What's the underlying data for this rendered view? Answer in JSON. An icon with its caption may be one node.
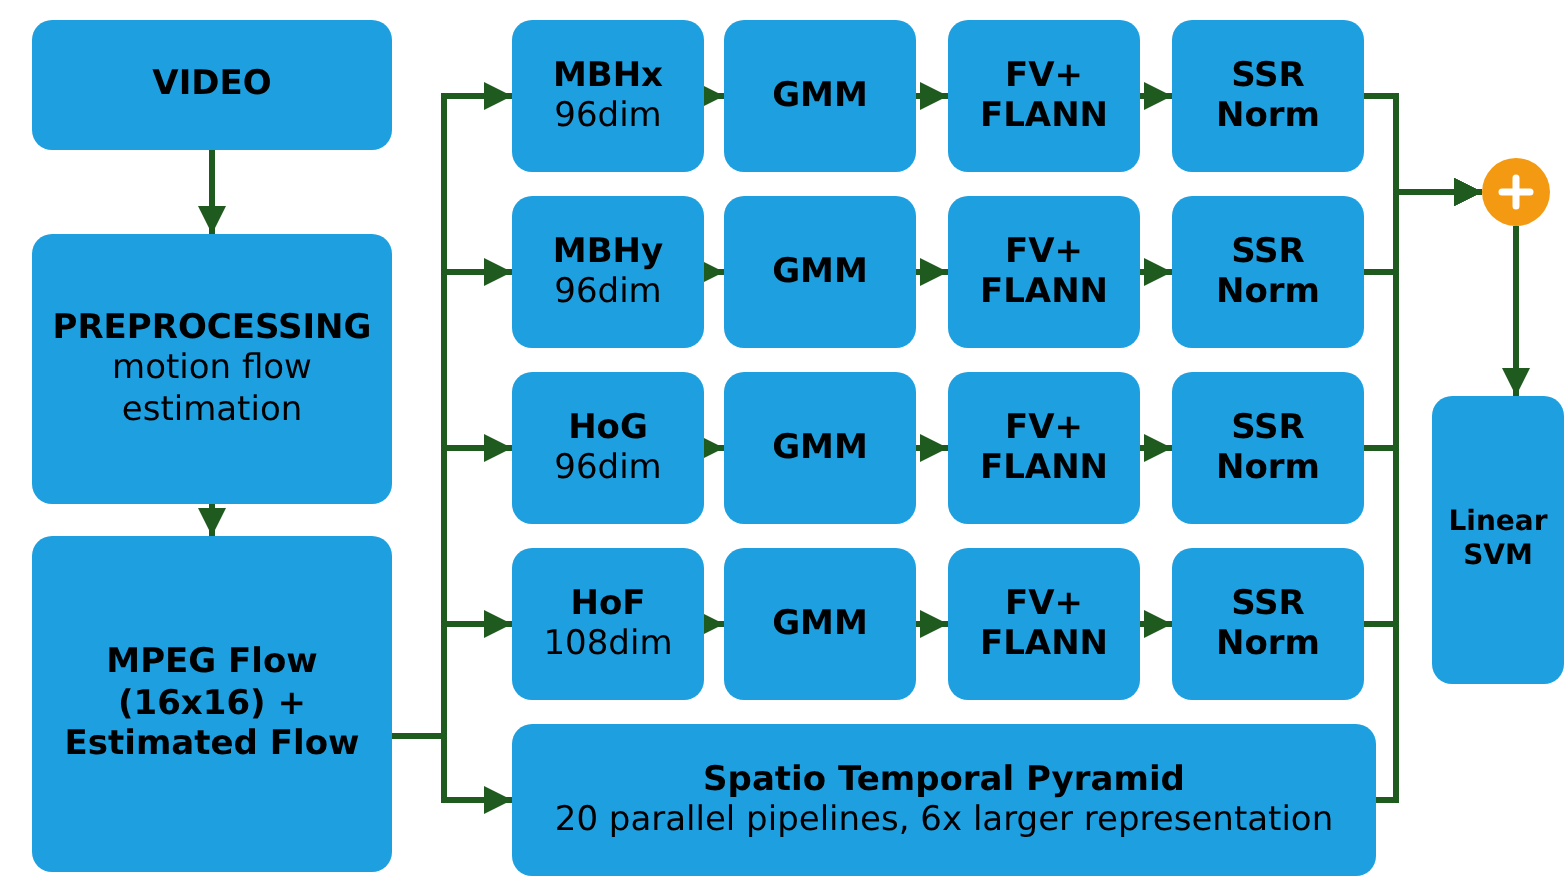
{
  "diagram": {
    "nodes": [
      {
        "text": [
          "VIDEO"
        ]
      },
      {
        "text": [
          "PREPROCESSING",
          "motion flow estimation"
        ]
      },
      {
        "text": [
          "MPEG Flow (16x16) + Estimated Flow"
        ]
      },
      {
        "text": [
          "MBHx",
          "96dim"
        ]
      },
      {
        "text": [
          "GMM"
        ]
      },
      {
        "text": [
          "FV+ FLANN"
        ]
      },
      {
        "text": [
          "SSR Norm"
        ]
      },
      {
        "text": [
          "MBHy",
          "96dim"
        ]
      },
      {
        "text": [
          "GMM"
        ]
      },
      {
        "text": [
          "FV+ FLANN"
        ]
      },
      {
        "text": [
          "SSR Norm"
        ]
      },
      {
        "text": [
          "HoG",
          "96dim"
        ]
      },
      {
        "text": [
          "GMM"
        ]
      },
      {
        "text": [
          "FV+ FLANN"
        ]
      },
      {
        "text": [
          "SSR Norm"
        ]
      },
      {
        "text": [
          "HoF",
          "108dim"
        ]
      },
      {
        "text": [
          "GMM"
        ]
      },
      {
        "text": [
          "FV+ FLANN"
        ]
      },
      {
        "text": [
          "SSR Norm"
        ]
      },
      {
        "text": [
          "Spatio Temporal Pyramid",
          "20 parallel pipelines, 6x larger representation"
        ]
      },
      {
        "text": [],
        "shape": "circle"
      },
      {
        "text": [
          "Linear SVM"
        ]
      }
    ],
    "edges": [
      {
        "from": 0,
        "to": 1,
        "arrow": "to"
      },
      {
        "from": 1,
        "to": 2,
        "arrow": "to"
      },
      {
        "from": 2,
        "to": 3,
        "arrow": "to"
      },
      {
        "from": 2,
        "to": 7,
        "arrow": "to"
      },
      {
        "from": 2,
        "to": 11,
        "arrow": "to"
      },
      {
        "from": 2,
        "to": 15,
        "arrow": "to"
      },
      {
        "from": 2,
        "to": 19,
        "arrow": "to"
      },
      {
        "from": 3,
        "to": 4,
        "arrow": "to"
      },
      {
        "from": 4,
        "to": 5,
        "arrow": "to"
      },
      {
        "from": 5,
        "to": 6,
        "arrow": "to"
      },
      {
        "from": 7,
        "to": 8,
        "arrow": "to"
      },
      {
        "from": 8,
        "to": 9,
        "arrow": "to"
      },
      {
        "from": 9,
        "to": 10,
        "arrow": "to"
      },
      {
        "from": 11,
        "to": 12,
        "arrow": "to"
      },
      {
        "from": 12,
        "to": 13,
        "arrow": "to"
      },
      {
        "from": 13,
        "to": 14,
        "arrow": "to"
      },
      {
        "from": 15,
        "to": 16,
        "arrow": "to"
      },
      {
        "from": 16,
        "to": 17,
        "arrow": "to"
      },
      {
        "from": 17,
        "to": 18,
        "arrow": "to"
      },
      {
        "from": 6,
        "to": 20,
        "arrow": "to"
      },
      {
        "from": 10,
        "to": 20,
        "arrow": "to"
      },
      {
        "from": 14,
        "to": 20,
        "arrow": "to"
      },
      {
        "from": 18,
        "to": 20,
        "arrow": "to"
      },
      {
        "from": 19,
        "to": 20,
        "arrow": "to"
      },
      {
        "from": 20,
        "to": 21,
        "arrow": "to"
      }
    ]
  }
}
